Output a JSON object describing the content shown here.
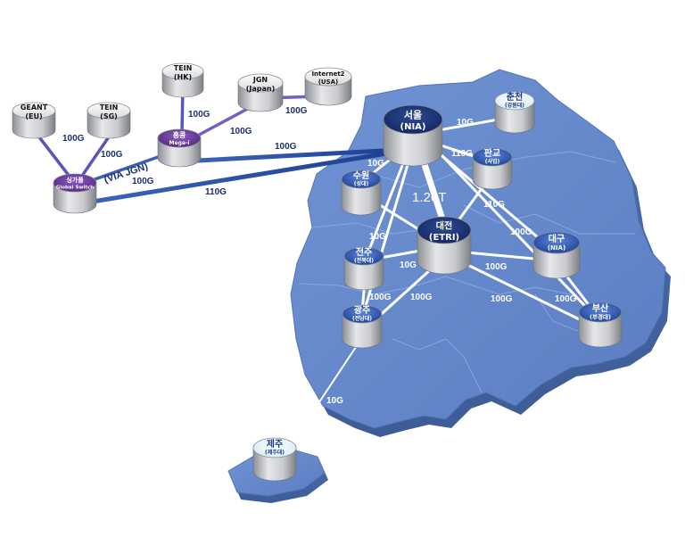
{
  "nodes": {
    "geant": {
      "line1": "GEANT",
      "line2": "(EU)"
    },
    "tein_sg": {
      "line1": "TEIN",
      "line2": "(SG)"
    },
    "tein_hk": {
      "line1": "TEIN",
      "line2": "(HK)"
    },
    "jgn": {
      "line1": "JGN",
      "line2": "(Japan)"
    },
    "internet2": {
      "line1": "Internet2",
      "line2": "(USA)"
    },
    "hongkong": {
      "line1": "홍콩",
      "line2": "Mega-i"
    },
    "singapore": {
      "line1": "싱가폴",
      "line2": "Global Switch"
    },
    "seoul": {
      "line1": "서울",
      "line2": "(NIA)"
    },
    "chuncheon": {
      "line1": "춘천",
      "line2": "(강원대)"
    },
    "pangyo": {
      "line1": "판교",
      "line2": "(사업)"
    },
    "suwon": {
      "line1": "수원",
      "line2": "(성대)"
    },
    "daejeon": {
      "line1": "대전",
      "line2": "(ETRI)"
    },
    "jeonju": {
      "line1": "전주",
      "line2": "(전북대)"
    },
    "daegu": {
      "line1": "대구",
      "line2": "(NIA)"
    },
    "gwangju": {
      "line1": "광주",
      "line2": "(전남대)"
    },
    "busan": {
      "line1": "부산",
      "line2": "(부경대)"
    },
    "jeju": {
      "line1": "제주",
      "line2": "(제주대)"
    }
  },
  "links": {
    "geant_sg": "100G",
    "sg_singapore": "100G",
    "hk_hongkong": "100G",
    "jgn_hongkong": "100G",
    "internet2_jgn": "100G",
    "via_jgn": "(VIA JGN)",
    "singapore_hongkong": "100G",
    "hongkong_seoul": "100G",
    "singapore_seoul": "110G",
    "seoul_chuncheon": "10G",
    "seoul_pangyo": "110G",
    "seoul_suwon": "10G",
    "backbone": "1.26T",
    "pangyo_daejeon": "110G",
    "seoul_daegu": "100G",
    "suwon_jeonju": "10G",
    "jeonju_daejeon": "10G",
    "daejeon_daegu": "100G",
    "jeonju_gwangju": "100G",
    "daejeon_gwangju": "100G",
    "daejeon_busan": "100G",
    "daegu_busan": "100G",
    "gwangju_jeju": "10G"
  }
}
